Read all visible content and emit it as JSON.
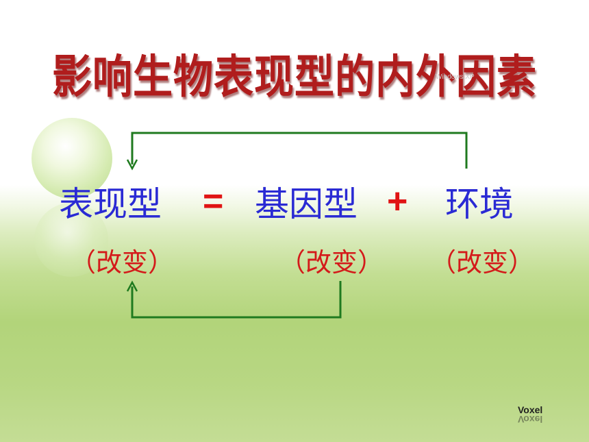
{
  "slide": {
    "title": "影响生物表现型的内外因素",
    "watermark": "Windows XP",
    "equation": {
      "phenotype": "表现型",
      "equals": "=",
      "genotype": "基因型",
      "plus": "+",
      "environment": "环境"
    },
    "annotations": {
      "phenotype_change": "（改变）",
      "genotype_change": "（改变）",
      "environment_change": "（改变）"
    },
    "logo": "Voxel"
  },
  "colors": {
    "title": "#b01d1d",
    "term": "#2a2ad4",
    "operator": "#e01414",
    "annotation": "#d41a1a",
    "arrow": "#1f7a1f"
  }
}
